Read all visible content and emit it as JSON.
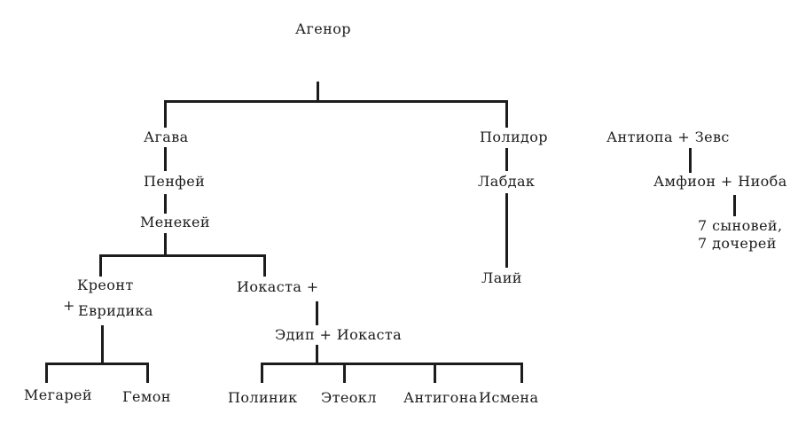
{
  "page": {
    "background_color": "#ffffff",
    "ink_color": "#1c1c1c",
    "description_type": "genealogy-tree"
  },
  "nodes": {
    "agenor": "Агенор",
    "agava": "Агава",
    "penfey": "Пенфей",
    "menekey": "Менекей",
    "kreont": "Креонт",
    "kreont_plus": "+",
    "evridika": "Евридика",
    "iokasta": "Иокаста +",
    "edip_iokasta": "Эдип + Иокаста",
    "megarey": "Мегарей",
    "gemon": "Гемон",
    "polinik": "Полиник",
    "eteokl": "Этеокл",
    "antigona": "Антигона",
    "ismena": "Исмена",
    "polidor": "Полидор",
    "labdak": "Лабдак",
    "laiy": "Лаий",
    "antiopa_zevs": "Антиопа + Зевс",
    "amfion_nioba": "Амфион + Ниоба",
    "seven_sons": "7 сыновей,",
    "seven_daughters": "7 дочерей"
  },
  "relations": [
    "Агенор -> Агава",
    "Агенор -> Полидор",
    "Агава -> Пенфей",
    "Пенфей -> Менекей",
    "Менекей -> Креонт",
    "Менекей -> Иокаста",
    "Креонт + Евридика -> Мегарей",
    "Креонт + Евридика -> Гемон",
    "Иокаста -> Эдип + Иокаста",
    "Эдип + Иокаста -> Полиник",
    "Эдип + Иокаста -> Этеокл",
    "Эдип + Иокаста -> Антигона",
    "Эдип + Иокаста -> Исмена",
    "Полидор -> Лабдак",
    "Лабдак -> Лаий",
    "Антиопа + Зевс -> Амфион + Ниоба",
    "Амфион + Ниоба -> 7 сыновей, 7 дочерей"
  ]
}
